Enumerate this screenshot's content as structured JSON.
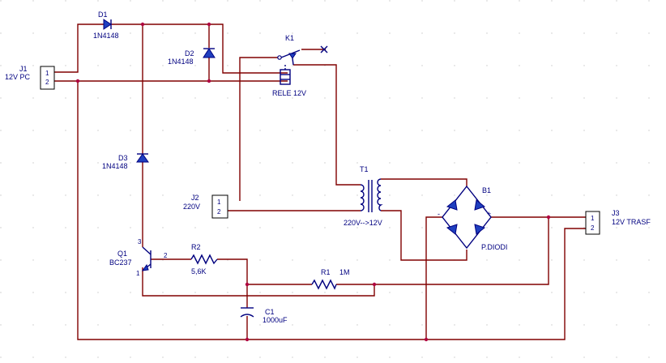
{
  "components": {
    "J1": {
      "ref": "J1",
      "value": "12V PC",
      "pin1": "1",
      "pin2": "2"
    },
    "D1": {
      "ref": "D1",
      "value": "1N4148"
    },
    "D2": {
      "ref": "D2",
      "value": "1N4148"
    },
    "D3": {
      "ref": "D3",
      "value": "1N4148"
    },
    "K1": {
      "ref": "K1",
      "value": "RELE 12V"
    },
    "J2": {
      "ref": "J2",
      "value": "220V",
      "pin1": "1",
      "pin2": "2"
    },
    "T1": {
      "ref": "T1",
      "value": "220V-->12V"
    },
    "B1": {
      "ref": "B1",
      "value": "P.DIODI",
      "plus": "+",
      "minus": "-"
    },
    "J3": {
      "ref": "J3",
      "value": "12V TRASF",
      "pin1": "1",
      "pin2": "2"
    },
    "Q1": {
      "ref": "Q1",
      "value": "BC237",
      "pin1": "1",
      "pin2": "2",
      "pin3": "3"
    },
    "R2": {
      "ref": "R2",
      "value": "5,6K"
    },
    "R1": {
      "ref": "R1",
      "value": "1M"
    },
    "C1": {
      "ref": "C1",
      "value": "1000uF"
    }
  },
  "colors": {
    "wire": "#800000",
    "component": "#00007f",
    "label": "#000080",
    "grid_dot": "#c8c8c8",
    "background": "#ffffff"
  }
}
